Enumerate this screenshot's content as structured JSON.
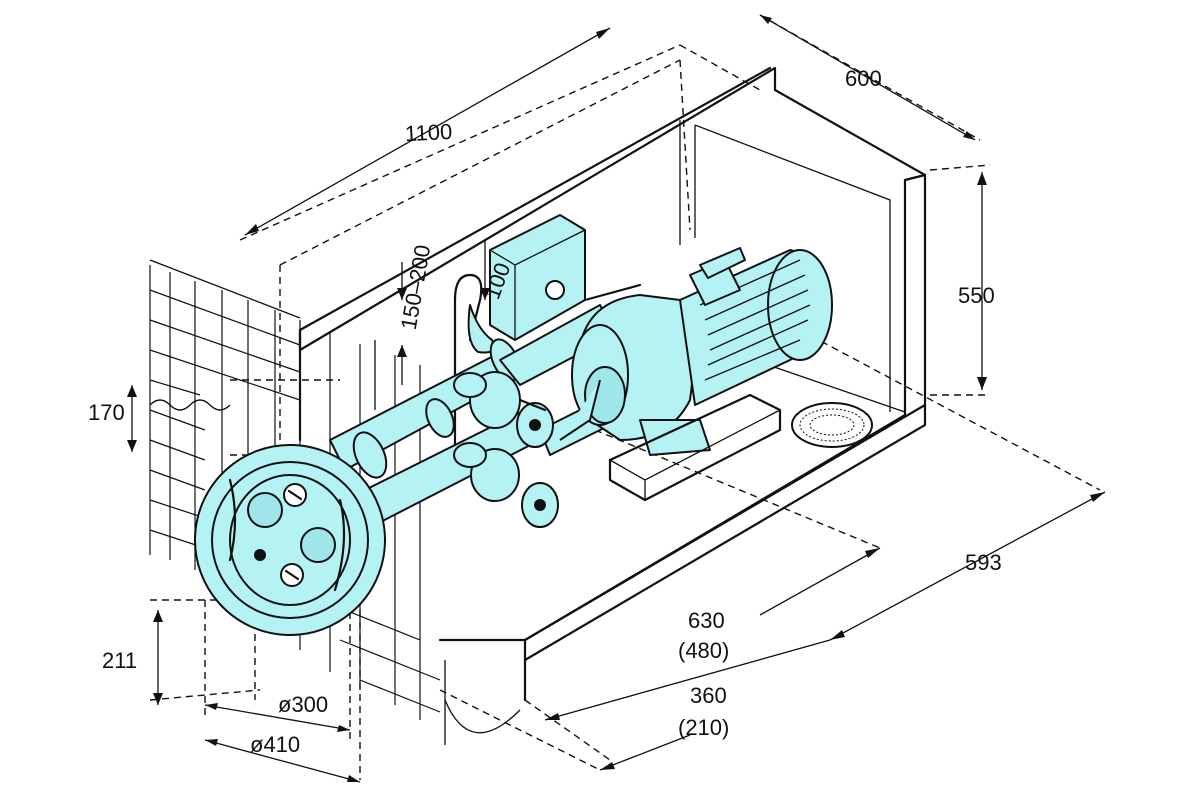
{
  "dimensions": {
    "length": "1100",
    "depth": "600",
    "height": "550",
    "span": "593",
    "nozzle_height_range": "150–200",
    "overflow_height": "100",
    "water_level_offset": "170",
    "outlet_height": "211",
    "distance_a": "630",
    "distance_a_alt": "(480)",
    "distance_b": "360",
    "distance_b_alt": "(210)",
    "inner_diameter": "ø300",
    "outer_diameter": "ø410"
  },
  "colors": {
    "equipment": "#b5f2f4",
    "line": "#111111"
  }
}
